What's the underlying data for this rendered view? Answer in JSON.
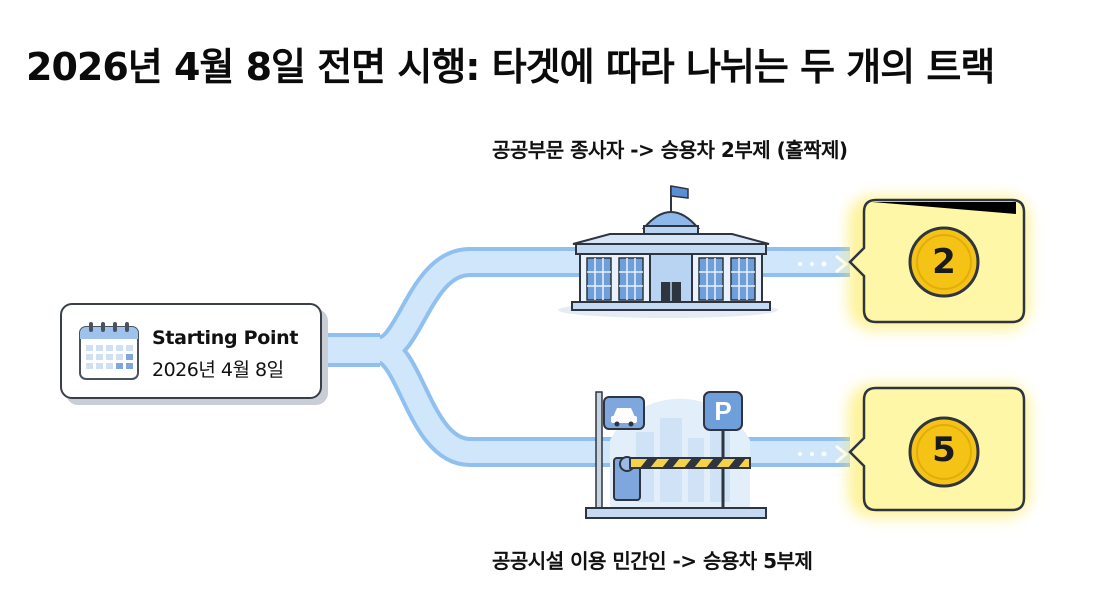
{
  "title": "2026년 4월 8일 전면 시행: 타겟에 따라 나뉘는 두 개의 트랙",
  "start": {
    "title": "Starting Point",
    "date": "2026년 4월 8일"
  },
  "tracks": [
    {
      "label": "공공부문 종사자 -> 승용차 2부제 (홀짝제)",
      "icon": "government-building-icon",
      "value": "2"
    },
    {
      "label": "공공시설 이용 민간인 -> 승용차 5부제",
      "icon": "parking-gate-icon",
      "value": "5"
    }
  ],
  "parking_sign": "P",
  "colors": {
    "path": "#bcdaf7",
    "path_edge": "#8fc0ef",
    "target_fill": "#fff59a",
    "target_glow": "#fde847",
    "coin": "#f4c316",
    "building": "#6f9fda",
    "card_shadow": "#c9ced6"
  }
}
